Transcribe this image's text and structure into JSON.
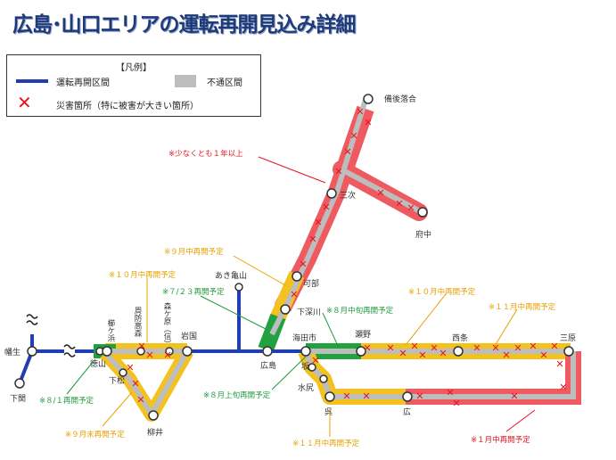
{
  "title": "広島･山口エリアの運転再開見込み詳細",
  "legend": {
    "heading": "【凡例】",
    "resumed": "運転再開区間",
    "suspended": "不通区間",
    "damage": "災害箇所（特に被害が大きい箇所）"
  },
  "colors": {
    "resumed_line": "#1f3fb0",
    "suspended_gray": "#bdbdbd",
    "band_red": "#ee5a60",
    "band_orange": "#f4c21e",
    "band_green": "#22a23e",
    "damage_mark": "#e8141e",
    "note_red": "#e8141e",
    "note_orange": "#e8a000",
    "note_green": "#1e9a3c",
    "station_label": "#333333"
  },
  "stations": {
    "bingo_ochiai": "備後落合",
    "miyoshi": "三次",
    "funaichi": "府中",
    "kabe": "可部",
    "aki_kameyama": "あき亀山",
    "shimofukawa": "下深川",
    "hiroshima": "広島",
    "kaitaichi": "海田市",
    "seno": "瀬野",
    "saijo": "西条",
    "mihara": "三原",
    "saka": "坂",
    "mizushiri": "水尻",
    "kure": "呉",
    "hiro": "広",
    "iwakuni": "岩国",
    "mori_gahara": "森ケ原（信）",
    "suo_takamori": "周防高森",
    "kushigahama": "櫛ケ浜",
    "tokuyama": "徳山",
    "kudamatsu": "下松",
    "yanai": "柳井",
    "asa": "幡生",
    "shimonoseki": "下関"
  },
  "notes": {
    "one_year": "※少なくとも１年以上",
    "sep_mid": "※９月中再開予定",
    "oct_mid_west": "※１０月中再開予定",
    "jul23": "※７/２３再開予定",
    "aug_mid": "※８月中旬再開予定",
    "oct_mid_east": "※１０月中再開予定",
    "nov_mid_east": "※１１月中再開予定",
    "aug1": "※８/１再開予定",
    "aug_early": "※８月上旬再開予定",
    "sep_end": "※９月末再開予定",
    "nov_mid_kure": "※１１月中再開予定",
    "jan_mid": "※１月中再開予定"
  }
}
